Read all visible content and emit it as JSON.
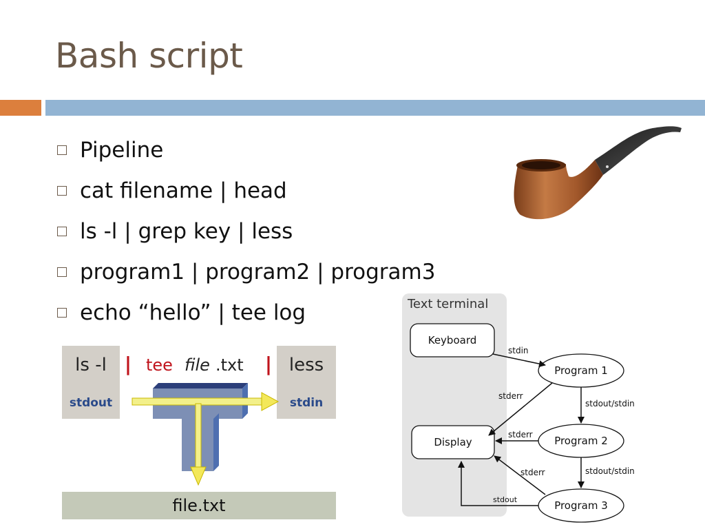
{
  "slide": {
    "title": "Bash script",
    "accent_colors": {
      "orange": "#dc7f3d",
      "blue": "#92b4d3",
      "title": "#6b5a4a"
    }
  },
  "bullets": [
    "Pipeline",
    "cat filename | head",
    "ls -l | grep key | less",
    "program1 | program2 | program3",
    "echo “hello” | tee log"
  ],
  "tee_diagram": {
    "left_cmd": "ls -l",
    "pipe1": "|",
    "tee_word": "tee",
    "tee_file": "file",
    "tee_ext": ".txt",
    "pipe2": "|",
    "right_cmd": "less",
    "stdout": "stdout",
    "stdin": "stdin",
    "bottom_file": "file.txt"
  },
  "terminal_diagram": {
    "panel_label": "Text terminal",
    "keyboard": "Keyboard",
    "display": "Display",
    "program1": "Program 1",
    "program2": "Program 2",
    "program3": "Program 3",
    "edge_stdin": "stdin",
    "edge_stderr1": "stderr",
    "edge_stdout_stdin1": "stdout/stdin",
    "edge_stderr2": "stderr",
    "edge_stdout_stdin2": "stdout/stdin",
    "edge_stderr3": "stderr",
    "edge_stdout": "stdout"
  },
  "icons": {
    "pipe": "tobacco-pipe-icon"
  }
}
